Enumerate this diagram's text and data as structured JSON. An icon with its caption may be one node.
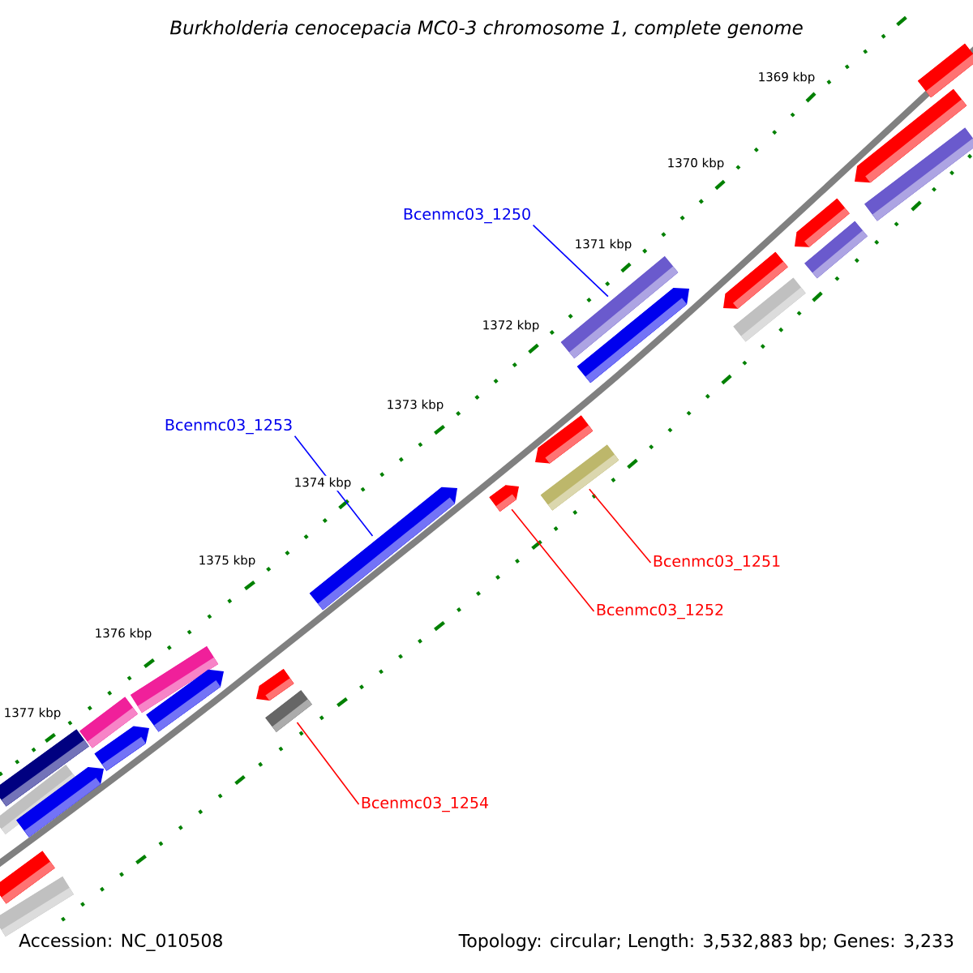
{
  "diagram": {
    "title": "Burkholderia cenocepacia MC0-3 chromosome 1, complete genome",
    "nodes": [
      {
        "text": [
          "Bcenmc03_1250"
        ]
      },
      {
        "text": [],
        "shape": "bar"
      },
      {
        "text": [
          "Bcenmc03_1253"
        ]
      },
      {
        "text": [],
        "shape": "bar"
      },
      {
        "text": [
          "Bcenmc03_1251"
        ]
      },
      {
        "text": [],
        "shape": "bar"
      },
      {
        "text": [
          "Bcenmc03_1252"
        ]
      },
      {
        "text": [],
        "shape": "bar"
      },
      {
        "text": [
          "Bcenmc03_1254"
        ]
      },
      {
        "text": [],
        "shape": "bar"
      },
      {
        "text": [],
        "shape": "bar"
      },
      {
        "text": [],
        "shape": "bar"
      },
      {
        "text": [],
        "shape": "bar"
      },
      {
        "text": [],
        "shape": "bar"
      },
      {
        "text": [],
        "shape": "bar"
      },
      {
        "text": [],
        "shape": "bar"
      },
      {
        "text": [],
        "shape": "bar"
      },
      {
        "text": [],
        "shape": "bar"
      },
      {
        "text": [],
        "shape": "bar"
      },
      {
        "text": [],
        "shape": "bar"
      },
      {
        "text": [],
        "shape": "bar"
      },
      {
        "text": [],
        "shape": "bar"
      },
      {
        "text": [],
        "shape": "bar"
      },
      {
        "text": [],
        "shape": "bar"
      },
      {
        "text": [],
        "shape": "bar"
      },
      {
        "text": [],
        "shape": "bar"
      },
      {
        "text": [],
        "shape": "bar"
      },
      {
        "text": [],
        "shape": "bar"
      },
      {
        "text": [],
        "shape": "bar"
      }
    ],
    "edges": [
      {
        "from": 0,
        "to": 1,
        "arrow": "none",
        "color": "#0000ff"
      },
      {
        "from": 2,
        "to": 3,
        "arrow": "none",
        "color": "#0000ff"
      },
      {
        "from": 4,
        "to": 5,
        "arrow": "none"
      },
      {
        "from": 6,
        "to": 7,
        "arrow": "none"
      },
      {
        "from": 8,
        "to": 9,
        "arrow": "none"
      }
    ],
    "labels": [
      "1369 kbp",
      "1370 kbp",
      "1371 kbp",
      "1372 kbp",
      "1373 kbp",
      "1374 kbp",
      "1375 kbp",
      "1376 kbp",
      "1377 kbp",
      "Accession: NC_010508",
      "Topology: circular; Length: 3,532,883 bp; Genes: 3,233"
    ]
  }
}
